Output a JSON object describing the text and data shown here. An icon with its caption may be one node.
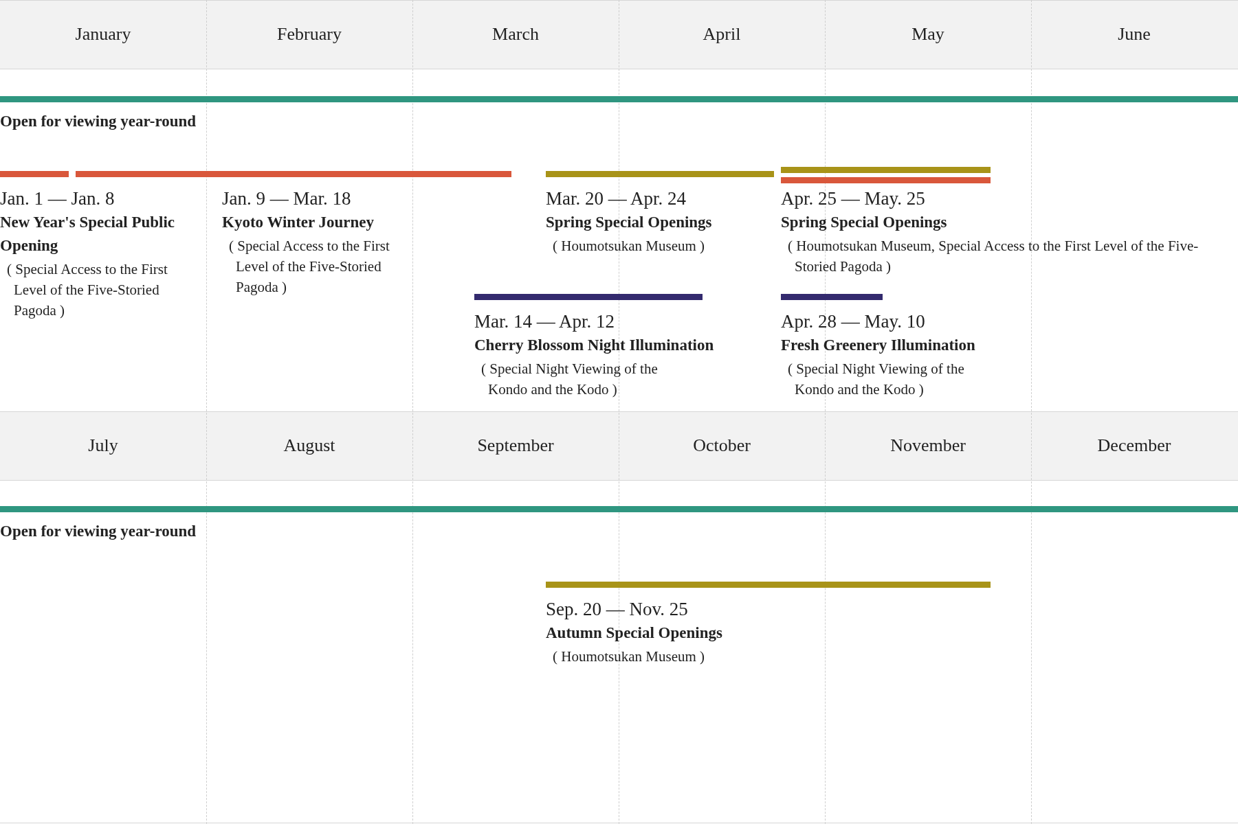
{
  "diagram": {
    "nodes": [
      {
        "text": [
          "Jan. 1 — Jan. 8",
          "New Year's Special Public Opening",
          "( Special Access to the First Level of the Five-Storied Pagoda )"
        ]
      },
      {
        "text": [
          "Jan. 9 — Mar. 18",
          "Kyoto Winter Journey",
          "( Special Access to the First Level of the Five-Storied Pagoda )"
        ]
      },
      {
        "text": [
          "Mar. 20 — Apr. 24",
          "Spring Special Openings",
          "( Houmotsukan Museum )"
        ]
      },
      {
        "text": [
          "Apr. 25 — May. 25",
          "Spring Special Openings",
          "( Houmotsukan Museum, Special Access to the First Level of the Five-Storied Pagoda )"
        ]
      },
      {
        "text": [
          "Mar. 14 — Apr. 12",
          "Cherry Blossom Night Illumination",
          "( Special Night Viewing of the Kondo and the Kodo )"
        ]
      },
      {
        "text": [
          "Apr. 28 — May. 10",
          "Fresh Greenery Illumination",
          "( Special Night Viewing of the Kondo and the Kodo )"
        ]
      },
      {
        "text": [
          "Sep. 20 — Nov. 25",
          "Autumn Special Openings",
          "( Houmotsukan Museum )"
        ]
      }
    ],
    "labels": [
      "January",
      "February",
      "March",
      "April",
      "May",
      "June",
      "Open for viewing year-round",
      "July",
      "August",
      "September",
      "October",
      "November",
      "December",
      "Open for viewing year-round"
    ]
  }
}
